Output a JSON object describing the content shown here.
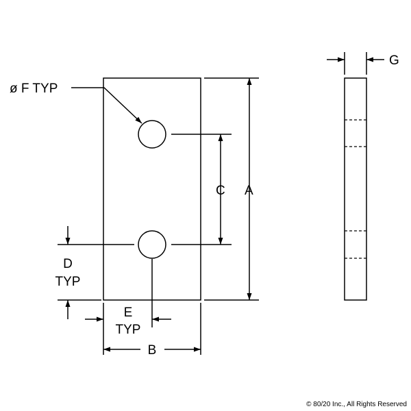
{
  "labels": {
    "hole_diameter": "ø F TYP",
    "hole_spacing": "C",
    "overall_length": "A",
    "width": "B",
    "edge_distance_line1": "D",
    "edge_distance_line2": "TYP",
    "hole_edge_offset_line1": "E",
    "hole_edge_offset_line2": "TYP",
    "thickness": "G"
  },
  "footer": {
    "copyright": "© 80/20 Inc., All Rights Reserved"
  },
  "colors": {
    "line": "#000000",
    "background": "#ffffff"
  }
}
